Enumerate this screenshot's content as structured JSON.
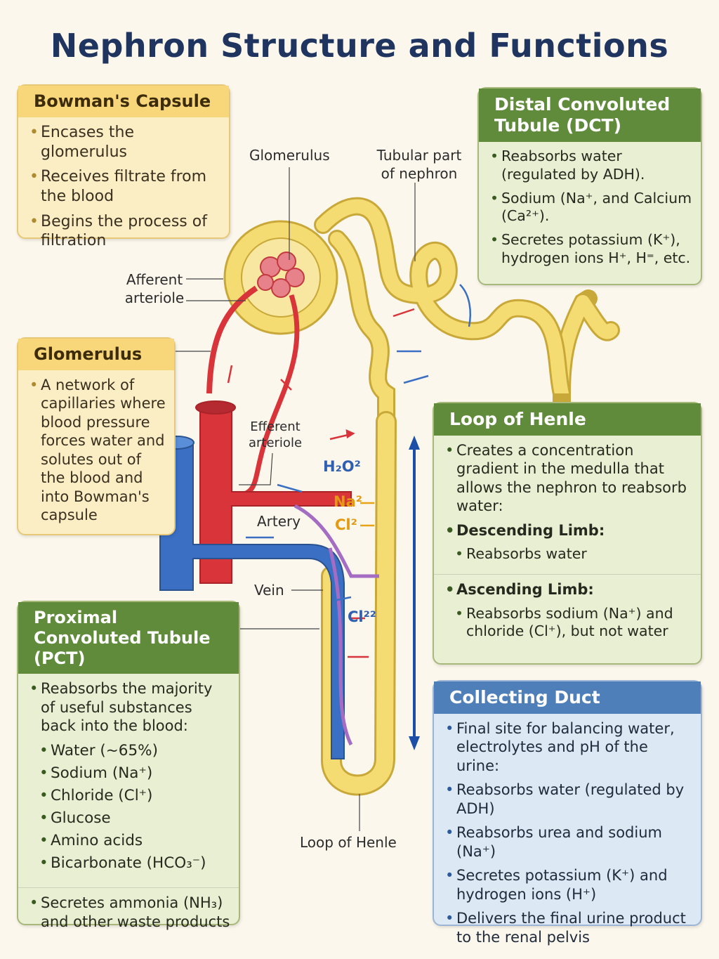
{
  "title": "Nephron Structure and Functions",
  "bowman": {
    "header": "Bowman's Capsule",
    "items": [
      "Encases the glomerulus",
      "Receives filtrate from the blood",
      "Begins the process of filtration"
    ]
  },
  "glomerulus": {
    "header": "Glomerulus",
    "items": [
      "A network of capillaries where blood pressure forces water and solutes out of the blood and into Bowman's capsule"
    ]
  },
  "pct": {
    "header": "Proximal Convoluted Tubule (PCT)",
    "intro": "Reabsorbs the majority of useful substances back into the blood:",
    "subitems": [
      "Water (~65%)",
      "Sodium (Na⁺)",
      "Chloride (Cl⁺)",
      "Glucose",
      "Amino acids",
      "Bicarbonate (HCO₃⁻)"
    ],
    "secretes": "Secretes ammonia (NH₃) and other waste products"
  },
  "dct": {
    "header": "Distal Convoluted Tubule (DCT)",
    "items": [
      "Reabsorbs water (regulated by ADH).",
      "Sodium (Na⁺, and Calcium (Ca²⁺).",
      "Secretes potassium (K⁺), hydrogen ions H⁺, H⁼, etc."
    ]
  },
  "loop": {
    "header": "Loop of Henle",
    "intro": "Creates a concentration gradient in the medulla that allows the nephron to reabsorb water:",
    "descending": "Descending Limb:",
    "descending_item": "Reabsorbs water",
    "ascending": "Ascending Limb:",
    "ascending_item": "Reabsorbs sodium (Na⁺) and chloride (Cl⁺), but not water"
  },
  "collecting": {
    "header": "Collecting Duct",
    "items": [
      "Final site for balancing water, electrolytes and pH of the urine:",
      "Reabsorbs water (regulated by ADH)",
      "Reabsorbs urea and sodium (Na⁺)",
      "Secretes potassium (K⁺) and hydrogen ions (H⁺)",
      "Delivers the final urine product to the renal pelvis"
    ]
  },
  "labels": {
    "glomerulus": "Glomerulus",
    "tubular": "Tubular part of nephron",
    "afferent": "Afferent arteriole",
    "efferent": "Efferent arteriole",
    "artery": "Artery",
    "vein": "Vein",
    "loop_henle": "Loop of Henle"
  },
  "ions": {
    "h2o": "H₂O²",
    "na": "Na²",
    "cl1": "Cl²",
    "cl2": "Cl²²"
  },
  "colors": {
    "artery": "#d8343a",
    "vein": "#3a6fc4",
    "tubule": "#f5dc72",
    "tubule_outline": "#c9a83a",
    "green_header": "#5f8b3a",
    "blue_header": "#4f7fb8",
    "yellow_header": "#f8d77a"
  }
}
